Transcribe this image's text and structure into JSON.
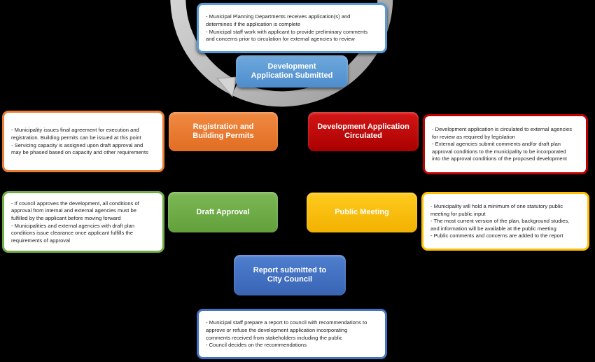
{
  "colors": {
    "background": "#000000",
    "cycle_arrow": "#c8c8c8",
    "blue": "#5b9bd5",
    "dark_blue": "#4472c4",
    "red": "#c00000",
    "yellow": "#ffc000",
    "green": "#70ad47",
    "orange": "#ed7d31"
  },
  "stages": [
    {
      "id": "submitted",
      "label": "Development\nApplication Submitted",
      "color": "#5b9bd5",
      "notes": [
        "- Municipal Planning Departments receives application(s) and",
        "determines if the application is complete",
        "- Municipal staff work with applicant to provide preliminary comments",
        "and concerns prior to circulation for external agencies to review"
      ]
    },
    {
      "id": "circulated",
      "label": "Development Application\nCirculated",
      "color": "#c00000",
      "notes": [
        "- Development application is circulated to external agencies",
        "for review as required by legislation",
        "- External agencies submit comments and/or draft plan",
        "approval conditions to the municipality to be incorporated",
        "into the approval conditions of the proposed development"
      ]
    },
    {
      "id": "public-meeting",
      "label": "Public Meeting",
      "color": "#ffc000",
      "notes": [
        "- Municipality will hold a minimum of one statutory public",
        "meeting for public input",
        "- The most current version of the plan, background studies,",
        "and information will be available at the public meeting",
        "- Public comments and concerns are added to the report"
      ]
    },
    {
      "id": "report",
      "label": "Report submitted to\nCity Council",
      "color": "#4472c4",
      "notes": [
        "- Municipal staff prepare a report to council with recommendations to",
        "approve or refuse the development application incorporating",
        "comments received from stakeholders including the public",
        "- Council decides on the recommendations"
      ]
    },
    {
      "id": "draft-approval",
      "label": "Draft Approval",
      "color": "#70ad47",
      "notes": [
        "- If council approves the development, all conditions of",
        "approval from internal and external agencies must be",
        "fulfilled by the applicant before moving forward",
        "- Municipalities and external agencies with draft plan",
        "conditions issue clearance once applicant fulfills the",
        "requirements of approval"
      ]
    },
    {
      "id": "registration",
      "label": "Registration and\nBuilding Permits",
      "color": "#ed7d31",
      "notes": [
        "- Municipality issues final agreement for execution and",
        "registration. Building permits can be issued at this point",
        "- Servicing capacity is assigned upon draft approval and",
        "may be phased based on capacity and other requirements"
      ]
    }
  ]
}
